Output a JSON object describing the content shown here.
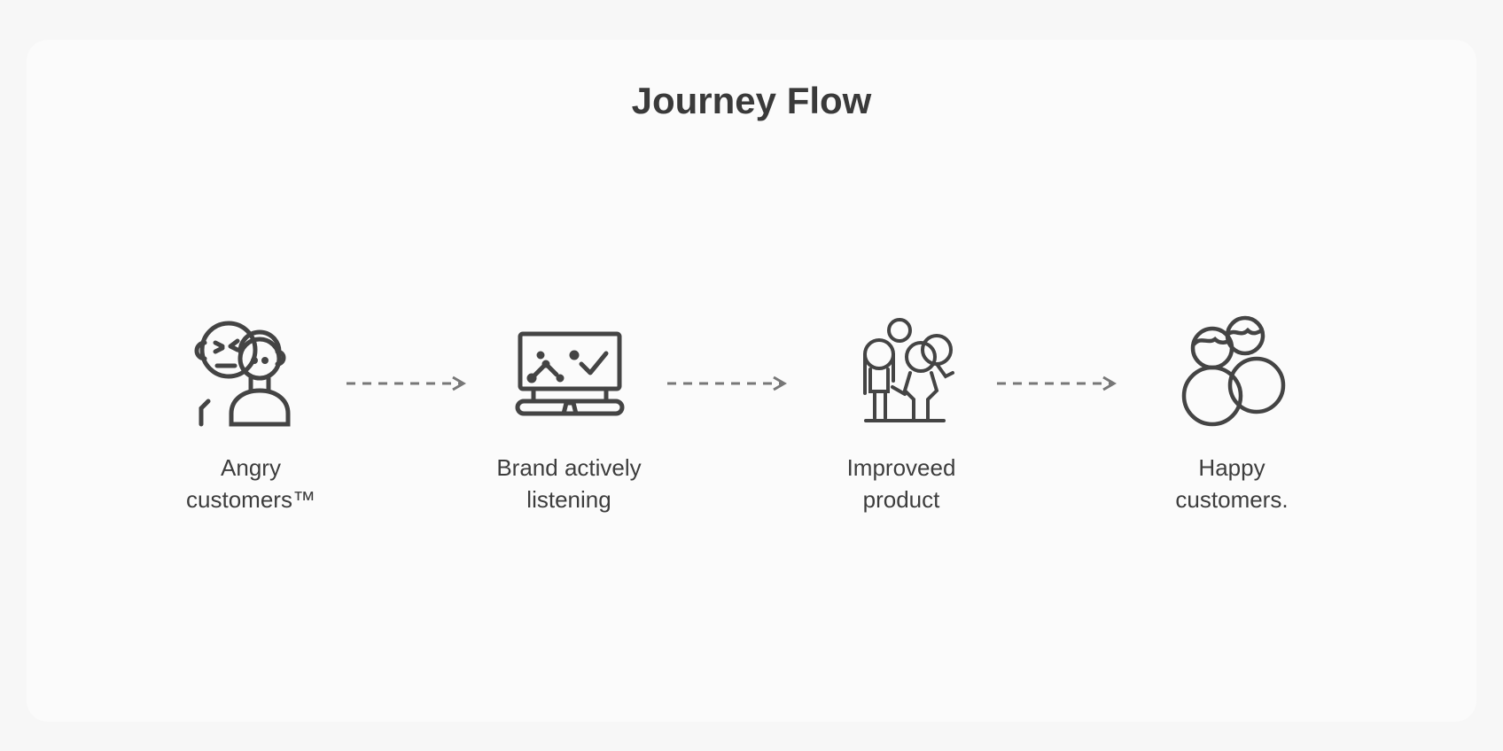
{
  "title": "Journey Flow",
  "steps": [
    {
      "icon": "angry-customers-icon",
      "line1": "Angry",
      "line2": "customers™"
    },
    {
      "icon": "monitor-analytics-icon",
      "line1": "Brand actively",
      "line2": "listening"
    },
    {
      "icon": "group-people-icon",
      "line1": "Improveed",
      "line2": "product"
    },
    {
      "icon": "happy-customers-icon",
      "line1": "Happy",
      "line2": "customers."
    }
  ],
  "colors": {
    "stroke": "#444444",
    "arrow": "#777777",
    "background": "#f7f7f7"
  }
}
